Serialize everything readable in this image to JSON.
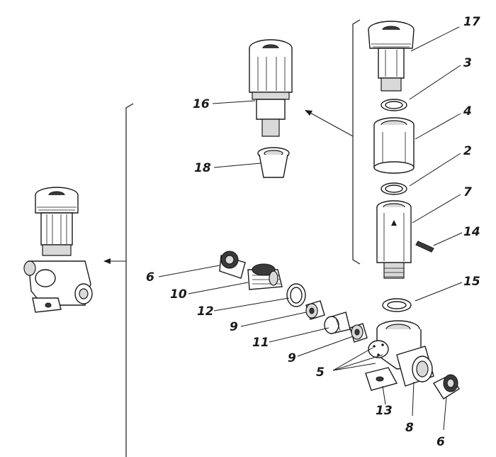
{
  "callouts": [
    {
      "id": "c17",
      "text": "17"
    },
    {
      "id": "c3",
      "text": "3"
    },
    {
      "id": "c4",
      "text": "4"
    },
    {
      "id": "c2",
      "text": "2"
    },
    {
      "id": "c7",
      "text": "7"
    },
    {
      "id": "c14",
      "text": "14"
    },
    {
      "id": "c15",
      "text": "15"
    },
    {
      "id": "c16",
      "text": "16"
    },
    {
      "id": "c18",
      "text": "18"
    },
    {
      "id": "c6a",
      "text": "6"
    },
    {
      "id": "c10",
      "text": "10"
    },
    {
      "id": "c12",
      "text": "12"
    },
    {
      "id": "c9a",
      "text": "9"
    },
    {
      "id": "c11",
      "text": "11"
    },
    {
      "id": "c9b",
      "text": "9"
    },
    {
      "id": "c5",
      "text": "5"
    },
    {
      "id": "c13",
      "text": "13"
    },
    {
      "id": "c8",
      "text": "8"
    },
    {
      "id": "c6b",
      "text": "6"
    }
  ]
}
